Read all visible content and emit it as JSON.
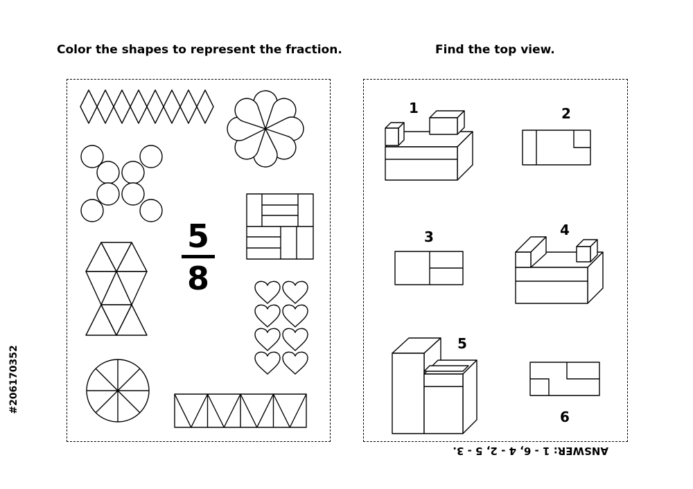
{
  "headings": {
    "left": "Color the shapes to represent the fraction.",
    "right": "Find the top view."
  },
  "fraction": {
    "numerator": "5",
    "denominator": "8"
  },
  "views": {
    "one": "1",
    "two": "2",
    "three": "3",
    "four": "4",
    "five": "5",
    "six": "6"
  },
  "answer": "ANSWER: 1 - 6, 4 - 2, 5 - 3.",
  "stock_id": "#206170352",
  "icons": {
    "diamonds": "diamond-row-icon",
    "flower": "flower-icon",
    "circles": "circles-cross-icon",
    "rectangles": "rectangle-square-icon",
    "triangles": "triangle-grid-icon",
    "hearts": "hearts-icon",
    "pie": "pie-circle-icon",
    "triangle_strip": "triangle-strip-icon",
    "blocks": "isometric-block-icon",
    "top_views": "top-view-icon"
  }
}
